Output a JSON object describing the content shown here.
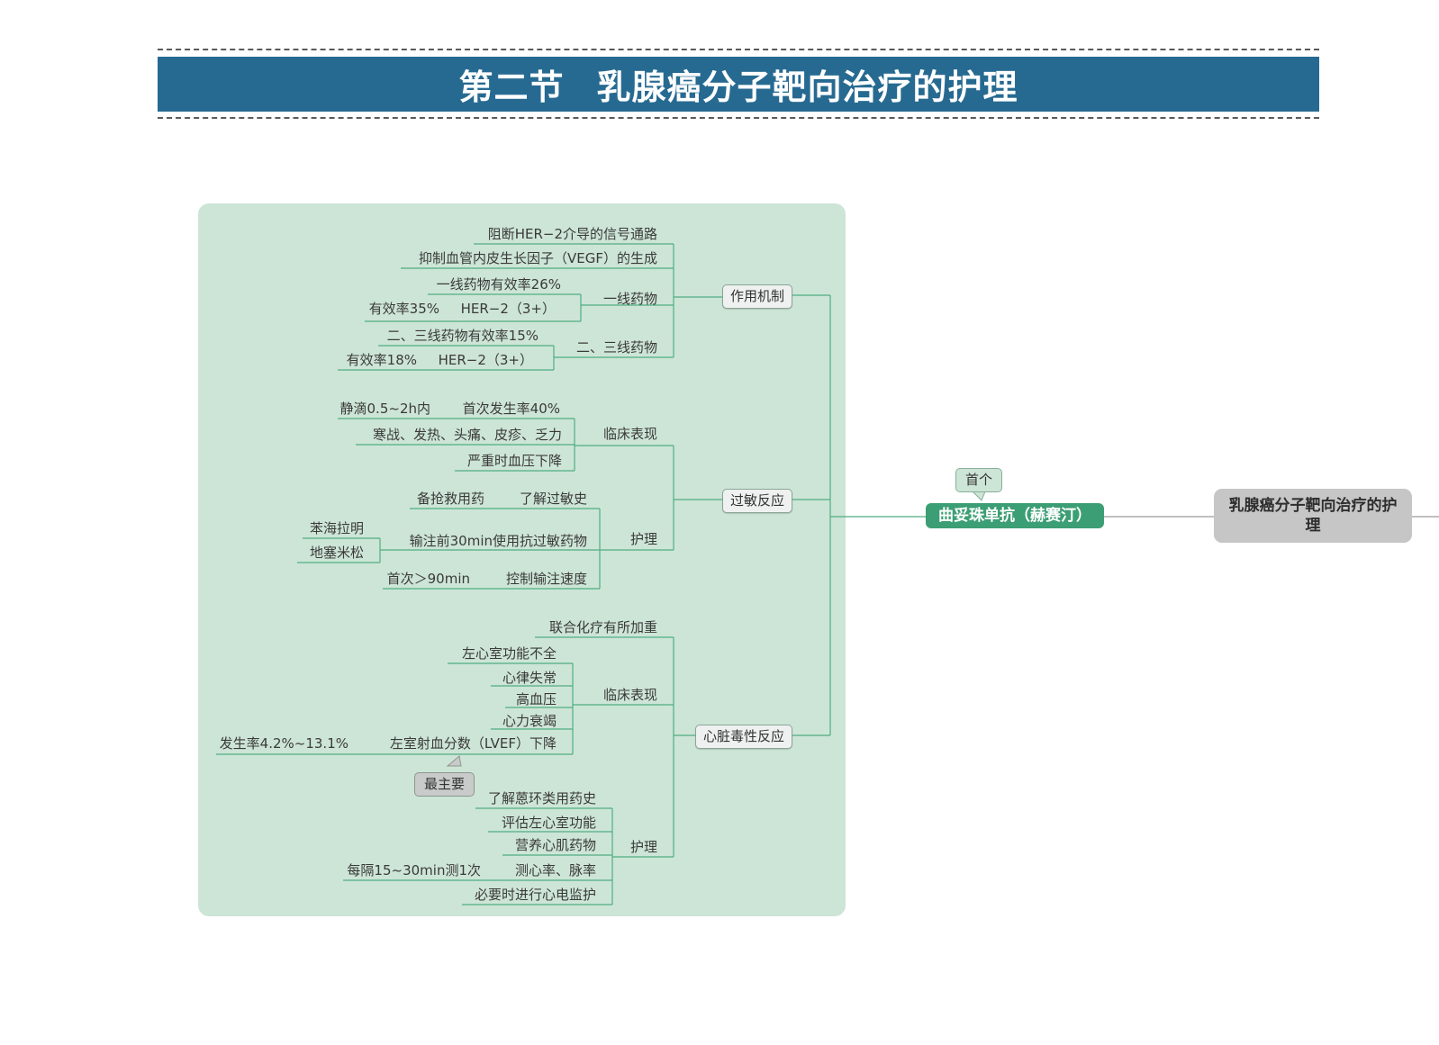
{
  "header": {
    "section": "第二节",
    "title": "乳腺癌分子靶向治疗的护理"
  },
  "root_node": "乳腺癌分子靶向治疗的护理",
  "central_node": "曲妥珠单抗（赫赛汀）",
  "callouts": {
    "first": "首个",
    "most_important": "最主要"
  },
  "categories": {
    "mechanism": "作用机制",
    "allergy": "过敏反应",
    "cardio": "心脏毒性反应"
  },
  "mechanism": {
    "block_her2": "阻断HER−2介导的信号通路",
    "inhibit_vegf": "抑制血管内皮生长因子（VEGF）的生成",
    "first_line": "一线药物",
    "first_line_rate": "一线药物有效率26%",
    "first_line_her2": "HER−2（3+）",
    "first_line_her2_rate": "有效率35%",
    "second_line": "二、三线药物",
    "second_line_rate": "二、三线药物有效率15%",
    "second_line_her2": "HER−2（3+）",
    "second_line_her2_rate": "有效率18%"
  },
  "allergy": {
    "clinical": "临床表现",
    "first_incidence": "首次发生率40%",
    "onset_time": "静滴0.5~2h内",
    "symptoms": "寒战、发热、头痛、皮疹、乏力",
    "severe": "严重时血压下降",
    "nursing": "护理",
    "allergy_history": "了解过敏史",
    "rescue_drugs": "备抢救用药",
    "pre_infusion": "输注前30min使用抗过敏药物",
    "drug_1": "苯海拉明",
    "drug_2": "地塞米松",
    "infusion_speed": "控制输注速度",
    "first_duration": "首次＞90min"
  },
  "cardio": {
    "chemo": "联合化疗有所加重",
    "clinical": "临床表现",
    "lv_failure": "左心室功能不全",
    "arrhythmia": "心律失常",
    "hypertension": "高血压",
    "heart_failure": "心力衰竭",
    "lvef": "左室射血分数（LVEF）下降",
    "lvef_rate": "发生率4.2%~13.1%",
    "nursing": "护理",
    "anthracycline": "了解蒽环类用药史",
    "assess_lv": "评估左心室功能",
    "nourish": "营养心肌药物",
    "measure": "测心率、脉率",
    "measure_freq": "每隔15~30min测1次",
    "ecg": "必要时进行心电监护"
  },
  "colors": {
    "banner": "#276a91",
    "panel": "#cde5d6",
    "central_node": "#3c9e74",
    "root_node": "#c6c6c6",
    "branch_line": "#4fae82"
  }
}
